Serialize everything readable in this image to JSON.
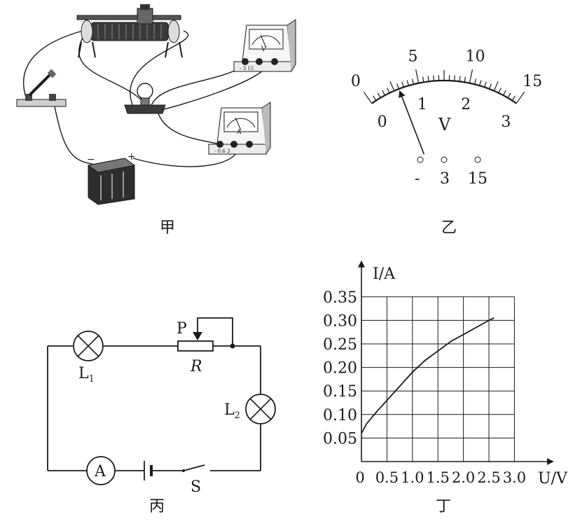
{
  "captions": {
    "jia": "甲",
    "yi": "乙",
    "bing": "丙",
    "ding": "丁"
  },
  "apparatus": {
    "voltmeter_letter": "V",
    "voltmeter_terminals": "- 3 15",
    "ammeter_letter": "A",
    "ammeter_terminals": "- 0.6 3",
    "battery_minus": "−",
    "battery_plus": "+"
  },
  "meter": {
    "unit": "V",
    "outer_scale": [
      "0",
      "5",
      "10",
      "15"
    ],
    "inner_scale": [
      "0",
      "1",
      "2",
      "3"
    ],
    "terminals": [
      "-",
      "3",
      "15"
    ],
    "needle_value": 0.6,
    "full_scale": 3
  },
  "circuit": {
    "lamp1": "L",
    "lamp1_sub": "1",
    "lamp2": "L",
    "lamp2_sub": "2",
    "slider": "P",
    "resistor": "R",
    "ammeter": "A",
    "switch": "S"
  },
  "chart_data": {
    "type": "line",
    "ylabel": "I/A",
    "xlabel": "U/V",
    "x_ticks": [
      "0",
      "0.5",
      "1.0",
      "1.5",
      "2.0",
      "2.5",
      "3.0"
    ],
    "y_ticks": [
      "0.05",
      "0.10",
      "0.15",
      "0.20",
      "0.25",
      "0.30",
      "0.35"
    ],
    "xlim": [
      0,
      3.5
    ],
    "ylim": [
      0,
      0.35
    ],
    "grid": true,
    "series": [
      {
        "x": [
          0,
          0.1,
          0.25,
          0.5,
          0.75,
          1.0,
          1.25,
          1.5,
          1.75,
          2.0,
          2.25,
          2.5,
          2.6
        ],
        "y": [
          0.06,
          0.08,
          0.1,
          0.13,
          0.16,
          0.19,
          0.215,
          0.235,
          0.255,
          0.27,
          0.285,
          0.3,
          0.305
        ]
      }
    ]
  }
}
